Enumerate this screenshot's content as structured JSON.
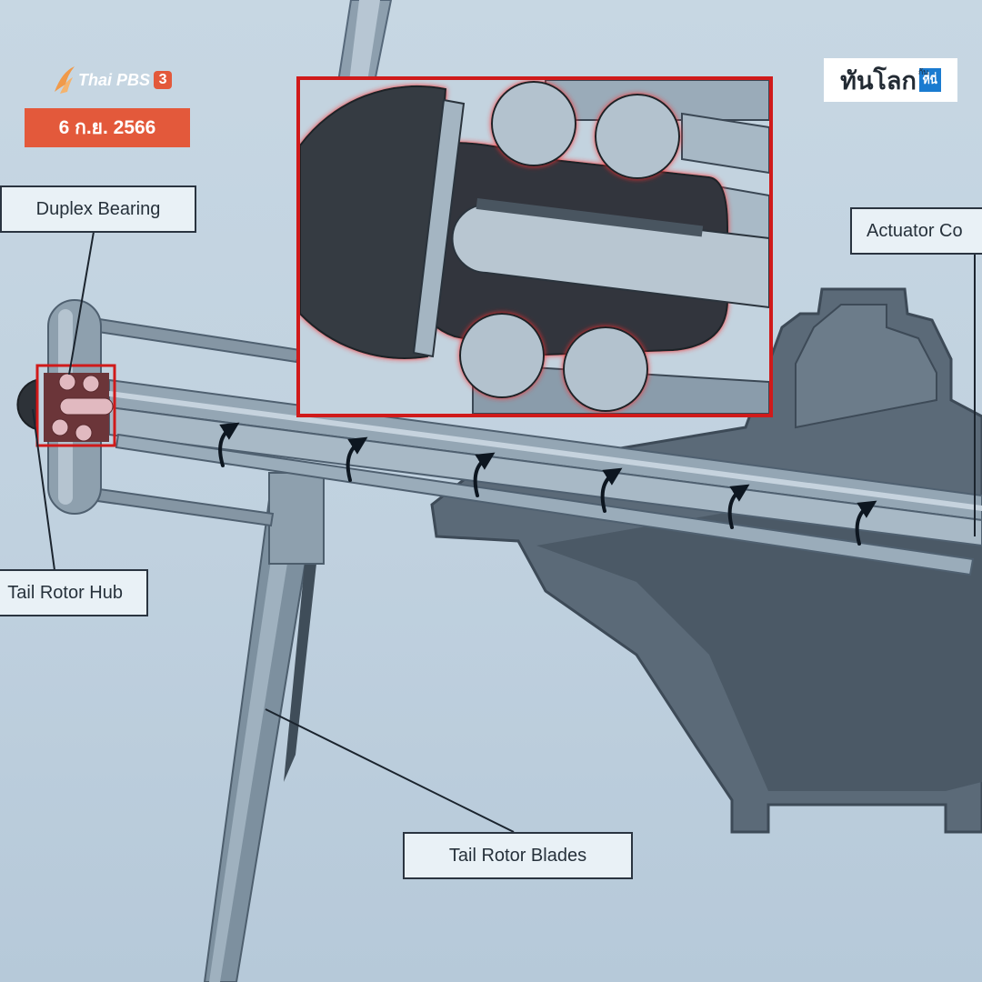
{
  "channel": {
    "name": "Thai PBS",
    "number": "3"
  },
  "date_badge": "6 ก.ย. 2566",
  "program": {
    "title": "ทันโลก",
    "small": "กับ",
    "box_text": "ที่นี่"
  },
  "labels": {
    "duplex_bearing": "Duplex Bearing",
    "tail_rotor_hub": "Tail Rotor Hub",
    "tail_rotor_blades": "Tail Rotor Blades",
    "actuator": "Actuator Co"
  },
  "colors": {
    "highlight": "#d01a1a",
    "date_badge": "#e3593b",
    "background": "#c4d5e2"
  },
  "icons": [
    "rotation-arrow-icon",
    "channel-logo-icon"
  ]
}
